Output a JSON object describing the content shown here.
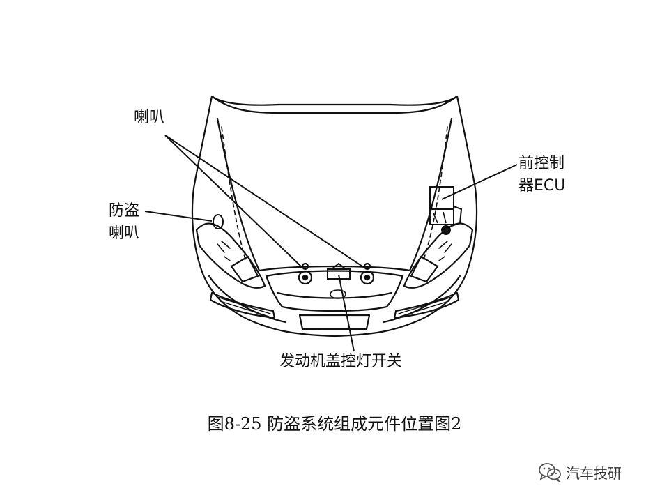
{
  "labels": {
    "horn": "喇叭",
    "alarm_horn_line1": "防盗",
    "alarm_horn_line2": "喇叭",
    "front_ecu_line1": "前控制",
    "front_ecu_line2": "器ECU",
    "hood_switch": "发动机盖控灯开关"
  },
  "caption": "图8-25 防盗系统组成元件位置图2",
  "watermark": {
    "text": "汽车技研",
    "icon": "wechat-icon"
  },
  "colors": {
    "ink": "#111111",
    "background": "#ffffff"
  }
}
